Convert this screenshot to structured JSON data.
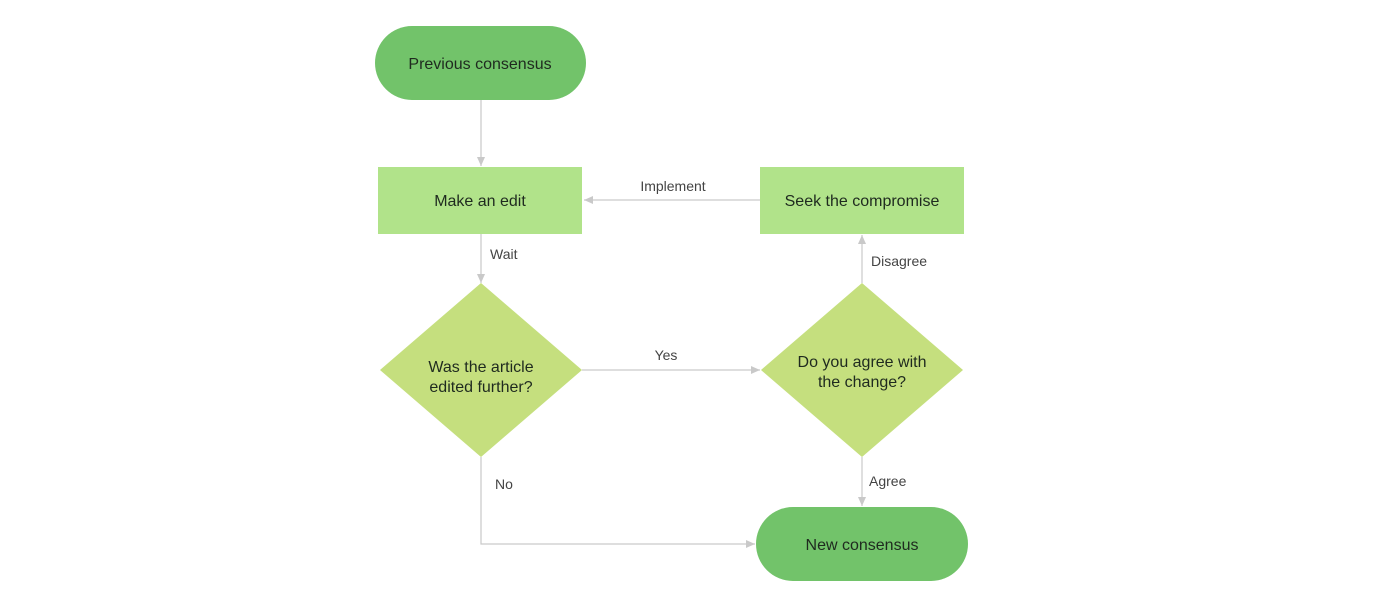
{
  "colors": {
    "terminal": "#72c36a",
    "process": "#b1e38a",
    "decision": "#c5df7e",
    "edge": "#c9c9c9",
    "text": "#1f2a1f"
  },
  "nodes": {
    "previous": {
      "shape": "terminal",
      "lines": [
        "Previous consensus"
      ]
    },
    "edit": {
      "shape": "process",
      "lines": [
        "Make an edit"
      ]
    },
    "edited_q": {
      "shape": "decision",
      "lines": [
        "Was the article",
        "edited further?"
      ]
    },
    "agree_q": {
      "shape": "decision",
      "lines": [
        "Do you agree with",
        "the change?"
      ]
    },
    "compromise": {
      "shape": "process",
      "lines": [
        "Seek the compromise"
      ]
    },
    "new": {
      "shape": "terminal",
      "lines": [
        "New consensus"
      ]
    }
  },
  "edges": {
    "wait": "Wait",
    "yes": "Yes",
    "no": "No",
    "disagree": "Disagree",
    "agree": "Agree",
    "implement": "Implement"
  }
}
